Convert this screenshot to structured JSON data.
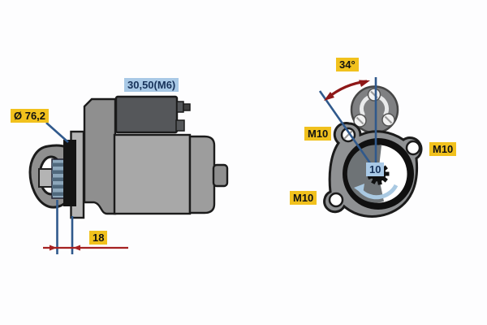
{
  "side_view": {
    "solenoid_terminal_label": "30,50(M6)",
    "flange_diameter_label": "Ø 76,2",
    "pinion_projection_label": "18"
  },
  "flange_view": {
    "tilt_angle_label": "34°",
    "bolt_hole_labels": [
      "M10",
      "M10",
      "M10"
    ],
    "pinion_teeth_label": "10"
  },
  "colors": {
    "yellow_label_bg": "#f1c11d",
    "blue_label_bg": "#a9c9e6",
    "label_text_dark": "#111111",
    "blue_label_text": "#17325a",
    "dimension_blue": "#30598c",
    "dimension_red": "#a62121",
    "angle_arrow_red": "#8e1717",
    "rotation_arrow_blue": "#a9c9e2",
    "outline_dark": "#1b1b1b",
    "metal_light": "#a8a8a8",
    "metal_mid": "#8f8f8f",
    "metal_dark": "#55575a",
    "metal_plate": "#b4b4b4",
    "flange_gray": "#8f9193",
    "cap_gray": "#7f8082",
    "sector_gray": "#6e7376",
    "pinion_light": "#8da7bb",
    "pinion_dark": "#50687c"
  }
}
